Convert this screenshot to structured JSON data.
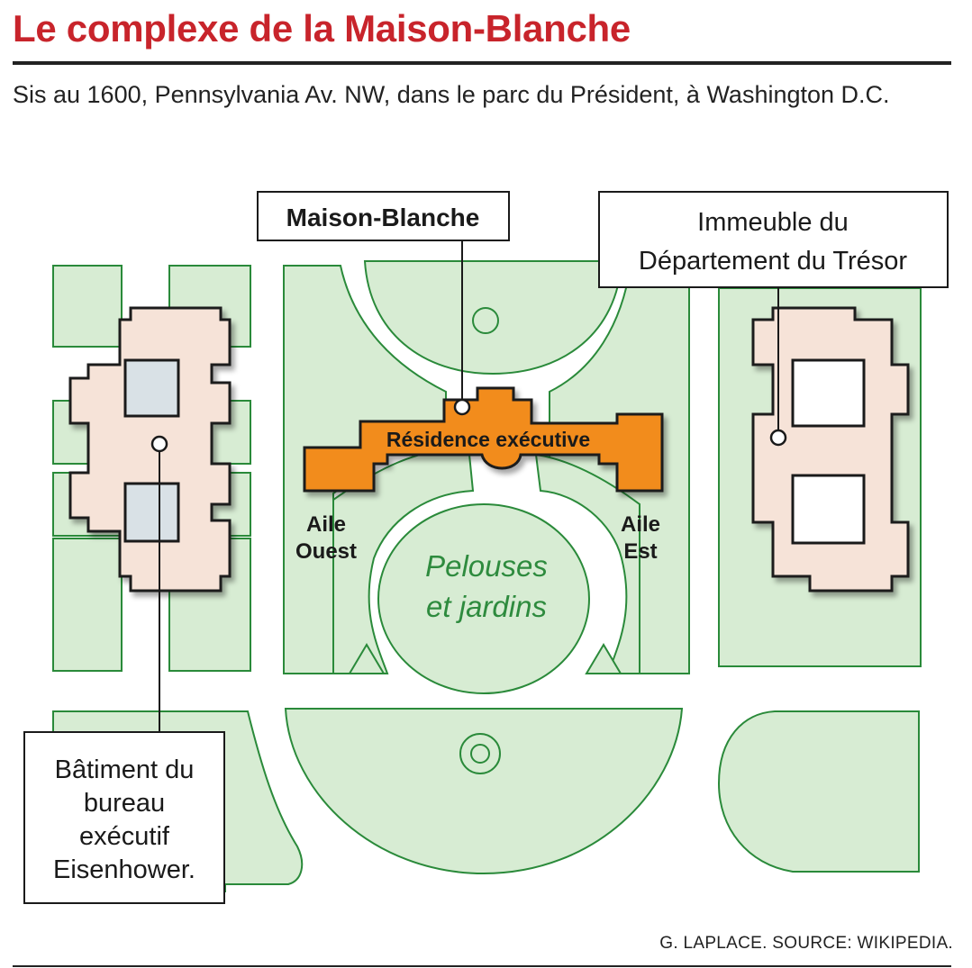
{
  "header": {
    "title": "Le complexe de la Maison-Blanche",
    "subtitle": "Sis au 1600, Pennsylvania Av. NW, dans le parc du Président, à Washington D.C."
  },
  "map": {
    "labels": {
      "maison_blanche": "Maison-Blanche",
      "tresor_line1": "Immeuble du",
      "tresor_line2": "Département du Trésor",
      "residence": "Résidence exécutive",
      "aile_ouest_1": "Aile",
      "aile_ouest_2": "Ouest",
      "aile_est_1": "Aile",
      "aile_est_2": "Est",
      "pelouses_1": "Pelouses",
      "pelouses_2": "et jardins",
      "eisenhower_1": "Bâtiment du",
      "eisenhower_2": "bureau",
      "eisenhower_3": "exécutif",
      "eisenhower_4": "Eisenhower."
    },
    "colors": {
      "lawn_fill": "#d7ecd3",
      "lawn_stroke": "#2a8a3a",
      "building_fill": "#f6e3d8",
      "residence_fill": "#f28c1e",
      "window_grey": "#d9e1e6",
      "garden_text": "#2e8b3e"
    }
  },
  "footer": {
    "credit": "G. LAPLACE. SOURCE: WIKIPEDIA."
  }
}
